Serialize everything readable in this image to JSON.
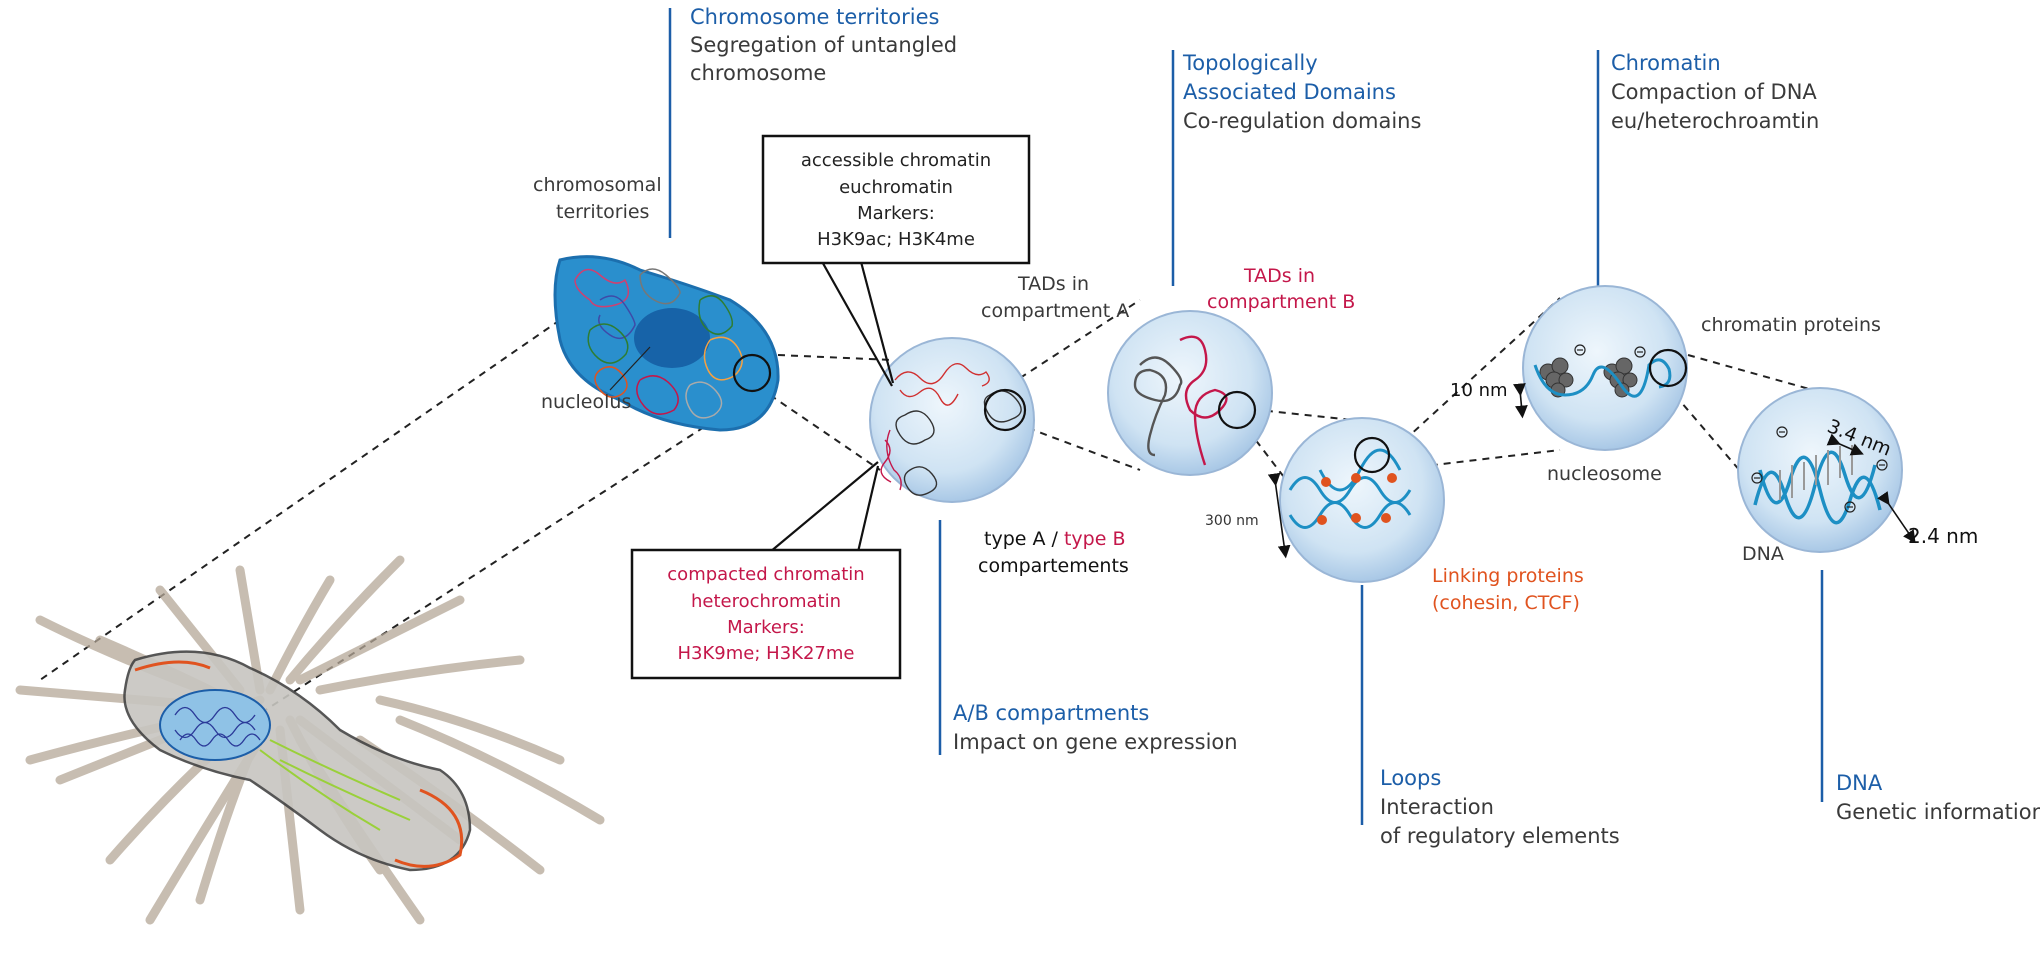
{
  "levels": {
    "chromosome_territories": {
      "title": "Chromosome territories",
      "line1": "Segregation of untangled",
      "line2": "chromosome"
    },
    "tads": {
      "title1": "Topologically",
      "title2": "Associated Domains",
      "desc": "Co-regulation domains"
    },
    "chromatin": {
      "title": "Chromatin",
      "line1": "Compaction of DNA",
      "line2": "eu/heterochroamtin"
    },
    "ab_compartments": {
      "title": "A/B compartments",
      "desc": "Impact on gene expression"
    },
    "loops": {
      "title": "Loops",
      "line1": "Interaction",
      "line2": "of regulatory elements"
    },
    "dna": {
      "title": "DNA",
      "desc": "Genetic information"
    }
  },
  "labels": {
    "chromosomal_territories_1": "chromosomal",
    "chromosomal_territories_2": "territories",
    "nucleolus": "nucleolus",
    "tads_a_1": "TADs in",
    "tads_a_2": "compartment A",
    "tads_b_1": "TADs in",
    "tads_b_2": "compartment B",
    "type_a": "type A / ",
    "type_b": "type B",
    "compartements": "compartements",
    "size_300nm": "300 nm",
    "size_10nm": "10 nm",
    "linking_1": "Linking proteins",
    "linking_2": "(cohesin, CTCF)",
    "chromatin_proteins": "chromatin proteins",
    "nucleosome": "nucleosome",
    "dna_label": "DNA",
    "size_34nm": "3.4 nm",
    "size_24nm": "2.4 nm"
  },
  "boxes": {
    "euchromatin": {
      "line1": "accessible chromatin",
      "line2": "euchromatin",
      "line3": "Markers:",
      "line4": "H3K9ac; H3K4me"
    },
    "heterochromatin": {
      "line1": "compacted chromatin",
      "line2": "heterochromatin",
      "line3": "Markers:",
      "line4": "H3K9me; H3K27me"
    }
  },
  "colors": {
    "title_blue": "#1c5ea8",
    "compartment_b_red": "#c4174a",
    "linking_orange": "#e0531f",
    "sphere_fill": "#cfe3f3",
    "dna_blue": "#1d8fc4"
  }
}
